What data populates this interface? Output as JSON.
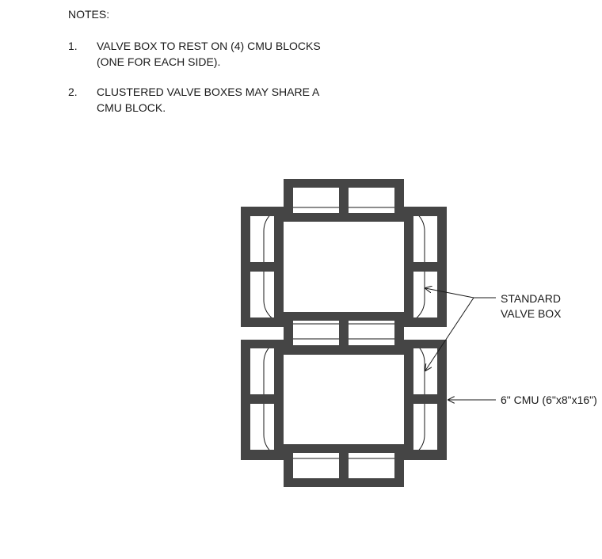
{
  "notes": {
    "title": "NOTES:",
    "items": [
      {
        "number": "1.",
        "lines": [
          "VALVE BOX TO REST ON (4) CMU BLOCKS",
          "(ONE FOR EACH SIDE)."
        ]
      },
      {
        "number": "2.",
        "lines": [
          "CLUSTERED VALVE BOXES MAY SHARE A",
          "CMU BLOCK."
        ]
      }
    ]
  },
  "callouts": {
    "valve_box": [
      "STANDARD",
      "VALVE BOX"
    ],
    "cmu": "6\" CMU (6\"x8\"x16\")"
  },
  "colors": {
    "cmu_fill": "#454545",
    "cell_fill": "#ffffff",
    "line": "#1a1a1a"
  }
}
